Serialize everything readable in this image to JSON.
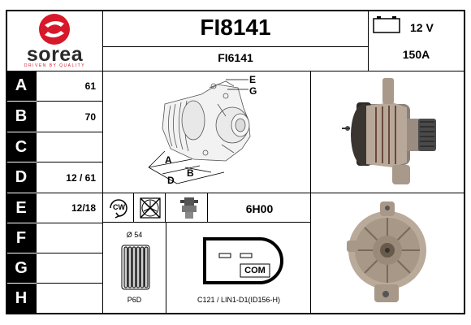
{
  "brand": {
    "name": "sorea",
    "tagline": "DRIVEN BY QUALITY",
    "logo_color": "#d7182a"
  },
  "header": {
    "part_number": "FI8141",
    "alt_part_number": "FI6141",
    "voltage": "12 V",
    "amperage": "150A"
  },
  "specs": [
    {
      "letter": "A",
      "value": "61"
    },
    {
      "letter": "B",
      "value": "70"
    },
    {
      "letter": "C",
      "value": ""
    },
    {
      "letter": "D",
      "value": "12 / 61"
    },
    {
      "letter": "E",
      "value": "12/18"
    },
    {
      "letter": "F",
      "value": ""
    },
    {
      "letter": "G",
      "value": ""
    },
    {
      "letter": "H",
      "value": ""
    }
  ],
  "diagram_labels": {
    "a": "A",
    "b": "B",
    "d": "D",
    "e": "E",
    "g": "G"
  },
  "icons": {
    "rotation": "CW",
    "rotation_icon": "clockwise-rotation-icon",
    "fan_icon": "no-fan-icon",
    "regulator_icon": "regulator-icon"
  },
  "regulator_code": "6H00",
  "pulley": {
    "diameter": "Ø 54",
    "type": "P6D"
  },
  "connector": {
    "label": "COM",
    "code": "C121 / LIN1-D1(ID156-H)"
  }
}
